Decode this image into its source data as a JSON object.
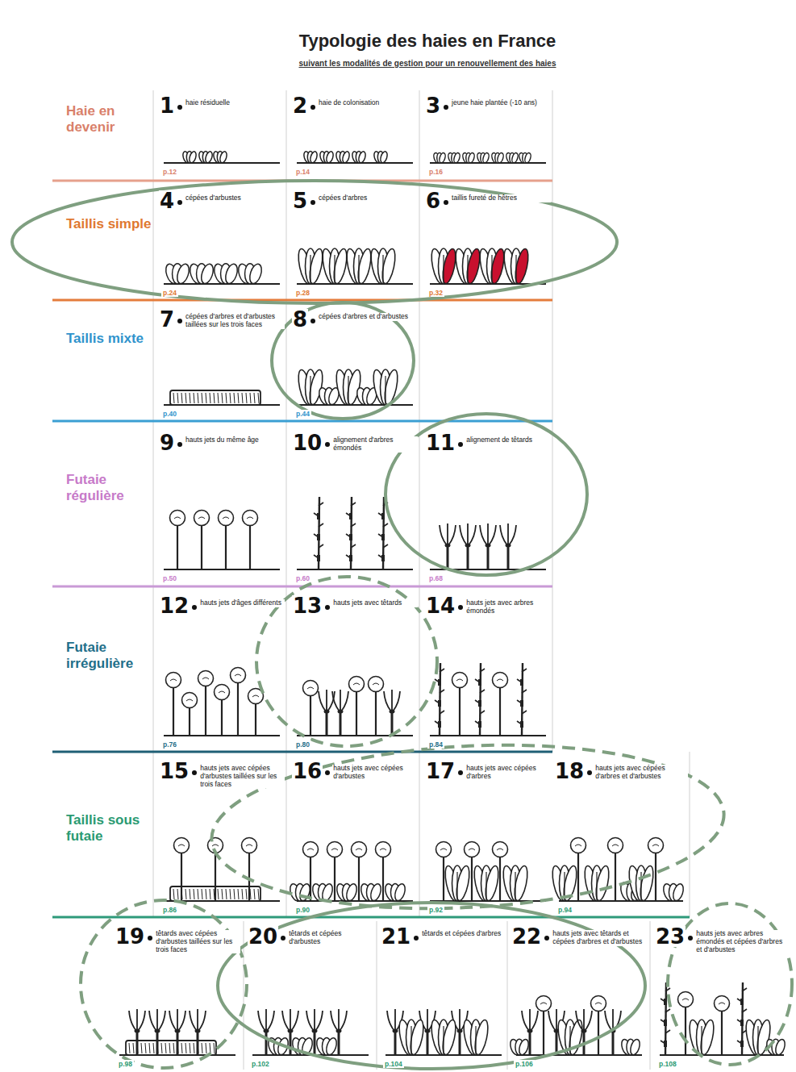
{
  "diagram": {
    "title": "Typologie des haies en France",
    "nodes": [
      {
        "text": [
          "1",
          "haie résiduelle",
          "p.12"
        ]
      },
      {
        "text": [
          "2",
          "haie de colonisation",
          "p.14"
        ]
      },
      {
        "text": [
          "3",
          "jeune haie plantée (-10 ans)",
          "p.16"
        ]
      },
      {
        "text": [
          "4",
          "cépées d'arbustes",
          "p.24"
        ]
      },
      {
        "text": [
          "5",
          "cépées d'arbres",
          "p.28"
        ]
      },
      {
        "text": [
          "6",
          "taillis fureté de hêtres",
          "p.32"
        ]
      },
      {
        "text": [
          "7",
          "cépées d'arbres et d'arbustes taillées sur les trois faces",
          "p.40"
        ]
      },
      {
        "text": [
          "8",
          "cépées d'arbres et d'arbustes",
          "p.44"
        ]
      },
      {
        "text": [
          "9",
          "hauts jets du même âge",
          "p.50"
        ]
      },
      {
        "text": [
          "10",
          "alignement d'arbres émondés",
          "p.60"
        ]
      },
      {
        "text": [
          "11",
          "alignement de têtards",
          "p.68"
        ]
      },
      {
        "text": [
          "12",
          "hauts jets d'âges différents",
          "p.76"
        ]
      },
      {
        "text": [
          "13",
          "hauts jets avec têtards",
          "p.80"
        ]
      },
      {
        "text": [
          "14",
          "hauts jets avec arbres émondés",
          "p.84"
        ]
      },
      {
        "text": [
          "15",
          "hauts jets avec cépées d'arbustes taillées sur les trois faces",
          "p.86"
        ]
      },
      {
        "text": [
          "16",
          "hauts jets avec cépées d'arbustes",
          "p.90"
        ]
      },
      {
        "text": [
          "17",
          "hauts jets avec cépées d'arbres",
          "p.92"
        ]
      },
      {
        "text": [
          "18",
          "hauts jets avec cépées d'arbres et d'arbustes",
          "p.94"
        ]
      },
      {
        "text": [
          "19",
          "têtards avec cépées d'arbustes taillées sur les trois faces",
          "p.98"
        ]
      },
      {
        "text": [
          "20",
          "têtards et cépées d'arbustes",
          "p.102"
        ]
      },
      {
        "text": [
          "21",
          "têtards et cépées d'arbres",
          "p.104"
        ]
      },
      {
        "text": [
          "22",
          "hauts jets avec têtards et cépées d'arbres et d'arbustes",
          "p.106"
        ]
      },
      {
        "text": [
          "23",
          "hauts jets avec arbres émondés et cépées d'arbres et d'arbustes",
          "p.108"
        ]
      }
    ],
    "labels": [
      "suivant les modalités de gestion pour un renouvellement des haies",
      "Haie en devenir",
      "Taillis simple",
      "Taillis mixte",
      "Futaie régulière",
      "Futaie irrégulière",
      "Taillis sous futaie"
    ]
  }
}
